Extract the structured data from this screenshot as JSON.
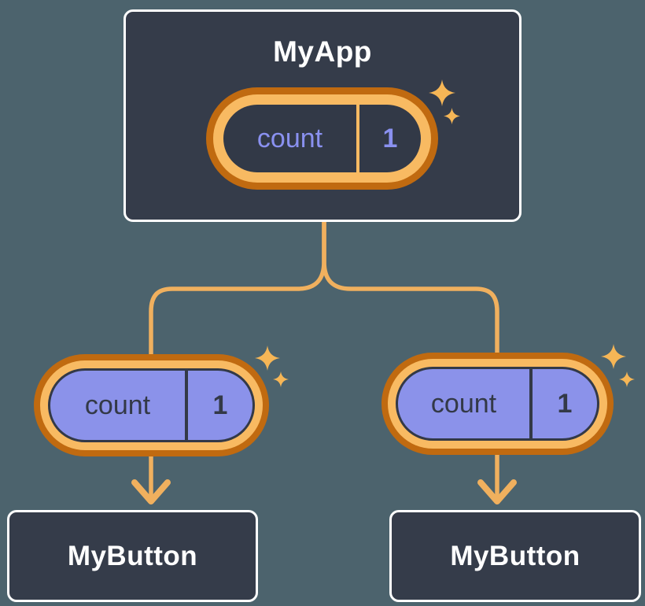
{
  "diagram_type": "component-state-tree",
  "colors": {
    "background": "#4c636d",
    "node_fill": "#353c4a",
    "node_border": "#ffffff",
    "ring_outer_orange": "#c06a10",
    "ring_inner_orange": "#f8ba62",
    "connector_orange": "#f0b05e",
    "sparkle_orange": "#f6b656",
    "child_pill_fill": "#8b92ea",
    "pill_dark_text": "#333947",
    "root_pill_text": "#8a91f0",
    "title_text": "#ffffff"
  },
  "tree": {
    "root": {
      "title": "MyApp",
      "state": {
        "name": "count",
        "value": "1"
      }
    },
    "children": [
      {
        "title": "MyButton",
        "state": {
          "name": "count",
          "value": "1"
        }
      },
      {
        "title": "MyButton",
        "state": {
          "name": "count",
          "value": "1"
        }
      }
    ]
  }
}
